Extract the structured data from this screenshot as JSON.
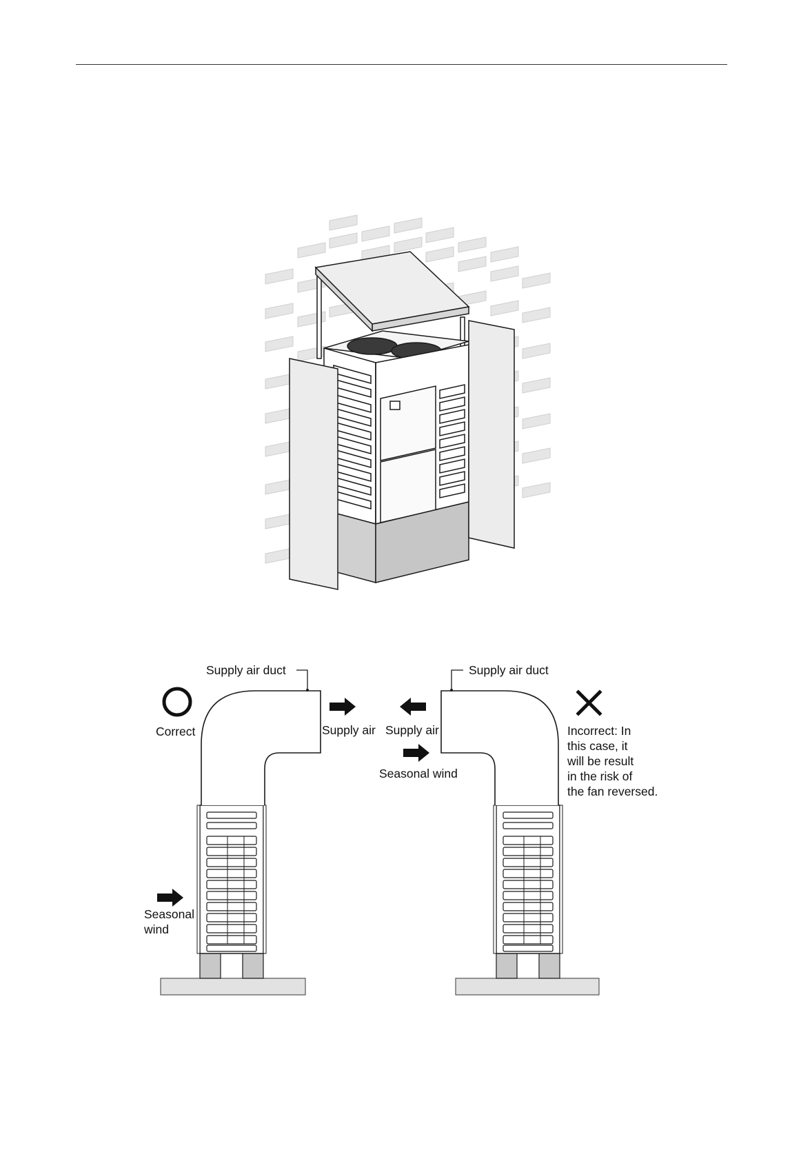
{
  "diagram": {
    "labels": {
      "duct_left": "Supply air duct",
      "duct_right": "Supply air duct",
      "correct": "Correct",
      "supply_air_left": "Supply air",
      "supply_air_right": "Supply air",
      "seasonal_wind_right": "Seasonal wind",
      "seasonal_wind_left_1": "Seasonal",
      "seasonal_wind_left_2": "wind",
      "incorrect_lines": [
        "Incorrect: In",
        "this case, it",
        "will be result",
        "in the risk of",
        "the fan reversed."
      ]
    },
    "icons": {
      "correct": "circle-icon",
      "incorrect": "cross-icon",
      "wind": "arrow-right-icon",
      "supply_left": "arrow-right-icon",
      "supply_right": "arrow-left-icon"
    },
    "colors": {
      "line": "#1a1a1a",
      "panel": "#efefef",
      "base": "#cfcfcf",
      "brick": "#e4e4e4"
    }
  }
}
